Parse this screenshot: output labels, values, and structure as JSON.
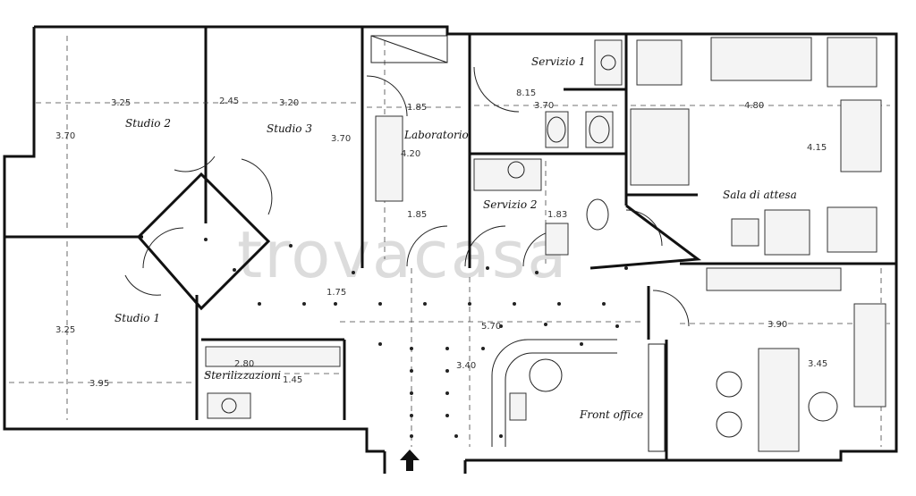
{
  "rooms": {
    "studio2": "Studio 2",
    "studio3": "Studio 3",
    "laboratorio": "Laboratorio",
    "servizio1": "Servizio 1",
    "servizio2": "Servizio 2",
    "sala_attesa": "Sala di attesa",
    "studio1": "Studio 1",
    "sterilizzazioni": "Sterilizzazioni",
    "front_office": "Front office"
  },
  "dimensions": {
    "studio2_w": "3.25",
    "studio2_h": "3.70",
    "studio3_w1": "2.45",
    "studio3_w2": "3.20",
    "studio3_h": "3.70",
    "lab_w": "1.85",
    "lab_h": "4.20",
    "lab_d": "1.85",
    "serv1_a": "8.15",
    "serv1_b": "3.70",
    "serv2_h": "1.83",
    "sala_w": "4.80",
    "sala_h": "4.15",
    "corr_1": "1.75",
    "corr_2": "5.70",
    "corr_3": "3.40",
    "office_w": "3.90",
    "office_h": "3.45",
    "studio1_h": "3.25",
    "studio1_w": "3.95",
    "steril_w": "2.80",
    "steril_h": "1.45"
  },
  "watermark": "trovacasa",
  "entrance_icon": "arrow-up-icon"
}
